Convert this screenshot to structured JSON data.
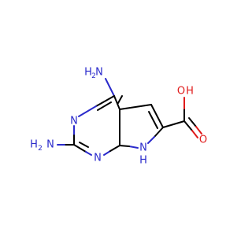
{
  "atoms": {
    "amino_top": {
      "label": "H",
      "sub": "2",
      "element": "N"
    },
    "amino_left": {
      "label": "H",
      "sub": "2",
      "element": "N"
    },
    "ring_n_upper": {
      "label": "N"
    },
    "ring_n_lower": {
      "label": "N"
    },
    "pyrrole_n": {
      "label": "N"
    },
    "pyrrole_h": {
      "label": "H"
    },
    "hydroxyl_o": {
      "label": "O"
    },
    "hydroxyl_h": {
      "label": "H"
    },
    "carbonyl_o": {
      "label": "O"
    }
  },
  "colors": {
    "carbon_bond": "#000000",
    "nitrogen": "#2a2acb",
    "oxygen": "#e01b1b",
    "background": "#ffffff"
  }
}
